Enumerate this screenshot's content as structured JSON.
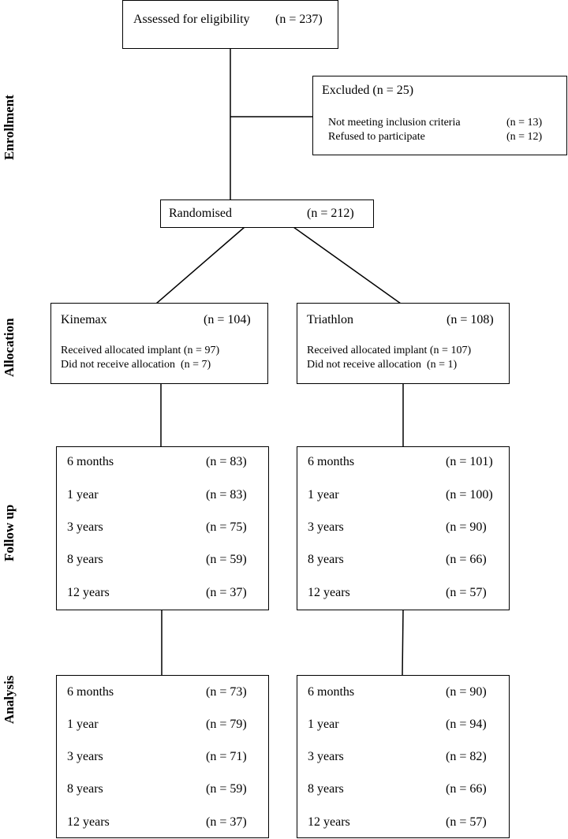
{
  "phases": {
    "enrollment": "Enrollment",
    "allocation": "Allocation",
    "follow_up": "Follow up",
    "analysis": "Analysis"
  },
  "assessed": {
    "label": "Assessed for eligibility",
    "n": "(n = 237)"
  },
  "excluded": {
    "label": "Excluded (n = 25)",
    "reasons": [
      {
        "label": "Not meeting inclusion criteria",
        "n": "(n = 13)"
      },
      {
        "label": "Refused to participate",
        "n": "(n = 12)"
      }
    ]
  },
  "randomised": {
    "label": "Randomised",
    "n": "(n = 212)"
  },
  "arms": [
    {
      "name": "Kinemax",
      "n": "(n = 104)",
      "received": "Received allocated implant (n = 97)",
      "not_received": "Did not receive allocation  (n = 7)",
      "follow_up": [
        {
          "time": "6 months",
          "n": "(n = 83)"
        },
        {
          "time": "1 year",
          "n": "(n = 83)"
        },
        {
          "time": "3 years",
          "n": "(n = 75)"
        },
        {
          "time": "8 years",
          "n": "(n = 59)"
        },
        {
          "time": "12 years",
          "n": "(n = 37)"
        }
      ],
      "analysis": [
        {
          "time": "6 months",
          "n": "(n = 73)"
        },
        {
          "time": "1 year",
          "n": "(n = 79)"
        },
        {
          "time": "3 years",
          "n": "(n = 71)"
        },
        {
          "time": "8 years",
          "n": "(n = 59)"
        },
        {
          "time": "12 years",
          "n": "(n = 37)"
        }
      ]
    },
    {
      "name": "Triathlon",
      "n": "(n = 108)",
      "received": "Received allocated implant (n = 107)",
      "not_received": "Did not receive allocation  (n = 1)",
      "follow_up": [
        {
          "time": "6 months",
          "n": "(n = 101)"
        },
        {
          "time": "1 year",
          "n": "(n = 100)"
        },
        {
          "time": "3 years",
          "n": "(n = 90)"
        },
        {
          "time": "8 years",
          "n": "(n = 66)"
        },
        {
          "time": "12 years",
          "n": "(n = 57)"
        }
      ],
      "analysis": [
        {
          "time": "6 months",
          "n": "(n = 90)"
        },
        {
          "time": "1 year",
          "n": "(n = 94)"
        },
        {
          "time": "3 years",
          "n": "(n = 82)"
        },
        {
          "time": "8 years",
          "n": "(n = 66)"
        },
        {
          "time": "12 years",
          "n": "(n = 57)"
        }
      ]
    }
  ]
}
